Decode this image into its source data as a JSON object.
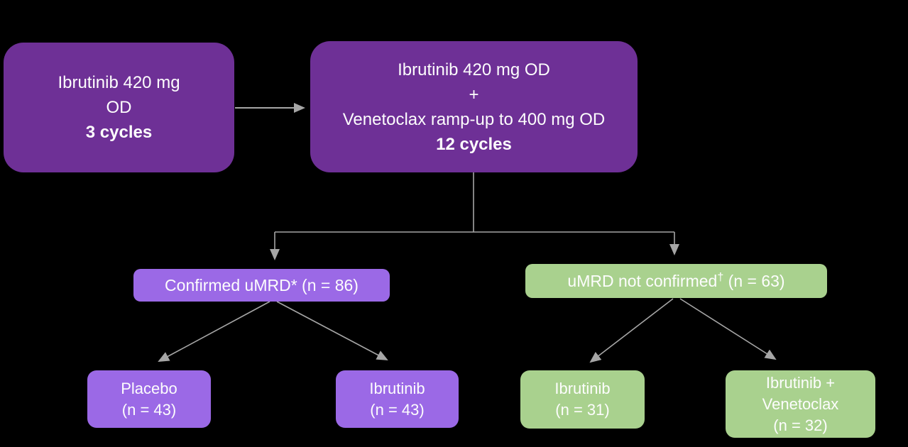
{
  "colors": {
    "background": "#000000",
    "dark_purple": "#6E3096",
    "light_purple": "#9B69E6",
    "green": "#A9D18E",
    "arrow_gray": "#A6A6A6",
    "text": "#FFFFFF"
  },
  "nodes": {
    "induction": {
      "lines": [
        "Ibrutinib 420 mg",
        "OD"
      ],
      "bold": "3 cycles"
    },
    "combination": {
      "lines": [
        "Ibrutinib 420 mg OD",
        "+",
        "Venetoclax ramp-up to 400 mg OD"
      ],
      "bold": "12 cycles"
    },
    "umrd_confirmed": {
      "label": "Confirmed uMRD* (n = 86)"
    },
    "umrd_not_confirmed": {
      "label_before": "uMRD not confirmed",
      "sup": "†",
      "label_after": " (n = 63)"
    },
    "placebo": {
      "lines": [
        "Placebo",
        "(n = 43)"
      ]
    },
    "ibrutinib_43": {
      "lines": [
        "Ibrutinib",
        "(n = 43)"
      ]
    },
    "ibrutinib_31": {
      "lines": [
        "Ibrutinib",
        "(n = 31)"
      ]
    },
    "ibrutinib_venetoclax": {
      "lines": [
        "Ibrutinib +",
        "Venetoclax",
        "(n = 32)"
      ]
    }
  },
  "edges": [
    {
      "from": "induction",
      "to": "combination"
    },
    {
      "from": "combination",
      "to": "umrd_confirmed"
    },
    {
      "from": "combination",
      "to": "umrd_not_confirmed"
    },
    {
      "from": "umrd_confirmed",
      "to": "placebo"
    },
    {
      "from": "umrd_confirmed",
      "to": "ibrutinib_43"
    },
    {
      "from": "umrd_not_confirmed",
      "to": "ibrutinib_31"
    },
    {
      "from": "umrd_not_confirmed",
      "to": "ibrutinib_venetoclax"
    }
  ]
}
